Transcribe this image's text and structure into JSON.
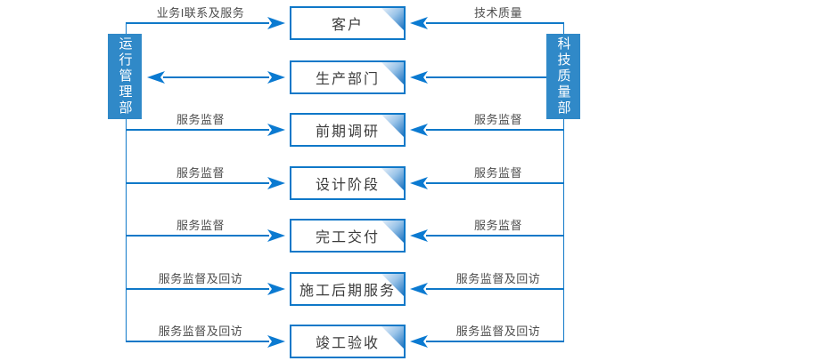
{
  "diagram": {
    "title_hint": "service-process-flow",
    "left_bar": "运行管理部",
    "right_bar": "科技质量部",
    "colors": {
      "line": "#0f78c8",
      "arrowhead": "#0b7ad1",
      "bar_fill": "#3089c8",
      "label_text": "#4d4d4d",
      "box_text": "#3c3c3c",
      "box_border": "#0f78c8",
      "background": "#ffffff"
    },
    "rows": [
      {
        "box": "客户",
        "left_label": "业务I联系及服务",
        "right_label": "技术质量",
        "left_arrow": "right",
        "right_arrow": "left"
      },
      {
        "box": "生产部门",
        "left_label": "",
        "right_label": "",
        "left_arrow": "double",
        "right_arrow": "left"
      },
      {
        "box": "前期调研",
        "left_label": "服务监督",
        "right_label": "服务监督",
        "left_arrow": "right",
        "right_arrow": "left"
      },
      {
        "box": "设计阶段",
        "left_label": "服务监督",
        "right_label": "服务监督",
        "left_arrow": "right",
        "right_arrow": "left"
      },
      {
        "box": "完工交付",
        "left_label": "服务监督",
        "right_label": "服务监督",
        "left_arrow": "right",
        "right_arrow": "left"
      },
      {
        "box": "施工后期服务",
        "left_label": "服务监督及回访",
        "right_label": "服务监督及回访",
        "left_arrow": "right",
        "right_arrow": "left"
      },
      {
        "box": "竣工验收",
        "left_label": "服务监督及回访",
        "right_label": "服务监督及回访",
        "left_arrow": "right",
        "right_arrow": "left"
      }
    ]
  }
}
